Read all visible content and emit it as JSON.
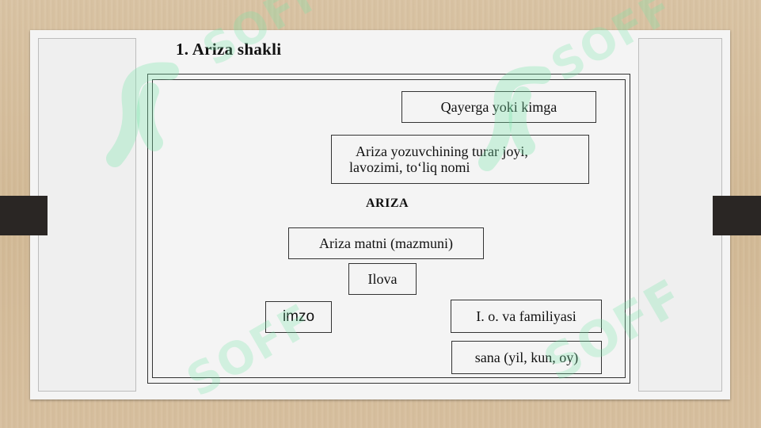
{
  "slide": {
    "title": "1.  Ariza  shakli"
  },
  "form": {
    "recipient": "Qayerga yoki kimga",
    "applicant_line1": "Ariza yozuvchining turar joyi,",
    "applicant_line2": "lavozimi,  to‘liq  nomi",
    "heading": "ARIZA",
    "body": "Ariza matni (mazmuni)",
    "attachment": "Ilova",
    "signature": "imzo",
    "full_name": "I.  o.  va familiyasi",
    "date": "sana  (yil,  kun,  oy)"
  },
  "watermark": {
    "text": "SOFF"
  },
  "colors": {
    "watermark": "#78e6aa",
    "frame": "#333333",
    "slide_bg": "#f4f4f4",
    "tab": "#2a2624"
  }
}
